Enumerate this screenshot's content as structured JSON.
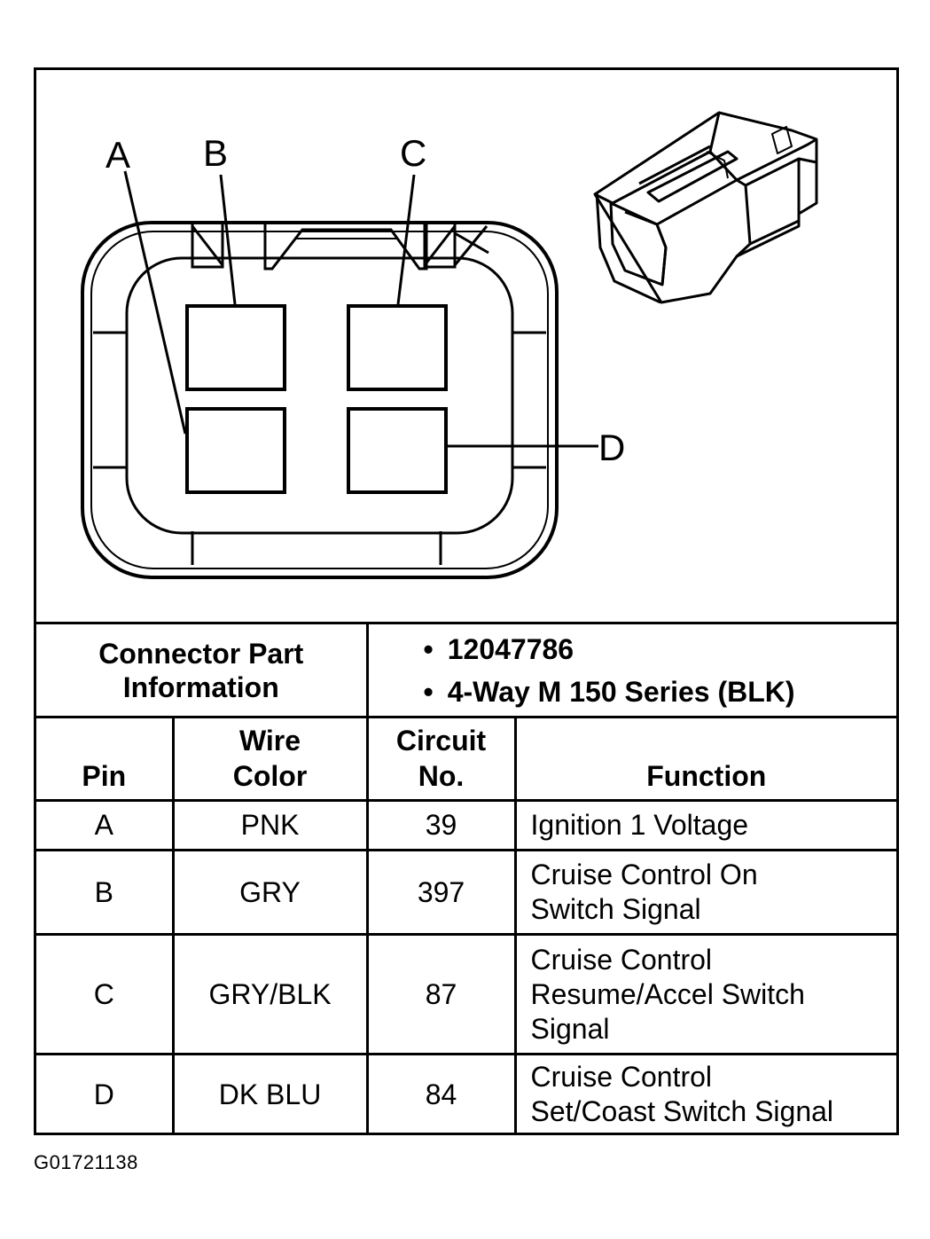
{
  "connector": {
    "pin_labels": [
      "A",
      "B",
      "C",
      "D"
    ]
  },
  "part_info": {
    "title_line1": "Connector Part",
    "title_line2": "Information",
    "items": [
      "12047786",
      "4-Way M 150 Series (BLK)"
    ]
  },
  "table": {
    "headers": {
      "pin": "Pin",
      "wire_color_line1": "Wire",
      "wire_color_line2": "Color",
      "circuit_line1": "Circuit",
      "circuit_line2": "No.",
      "function": "Function"
    },
    "rows": [
      {
        "pin": "A",
        "wire_color": "PNK",
        "circuit": "39",
        "function_lines": [
          "Ignition 1 Voltage"
        ]
      },
      {
        "pin": "B",
        "wire_color": "GRY",
        "circuit": "397",
        "function_lines": [
          "Cruise Control On",
          "Switch Signal"
        ]
      },
      {
        "pin": "C",
        "wire_color": "GRY/BLK",
        "circuit": "87",
        "function_lines": [
          "Cruise Control",
          "Resume/Accel Switch",
          "Signal"
        ]
      },
      {
        "pin": "D",
        "wire_color": "DK BLU",
        "circuit": "84",
        "function_lines": [
          "Cruise Control",
          "Set/Coast Switch Signal"
        ]
      }
    ]
  },
  "figure_code": "G01721138"
}
